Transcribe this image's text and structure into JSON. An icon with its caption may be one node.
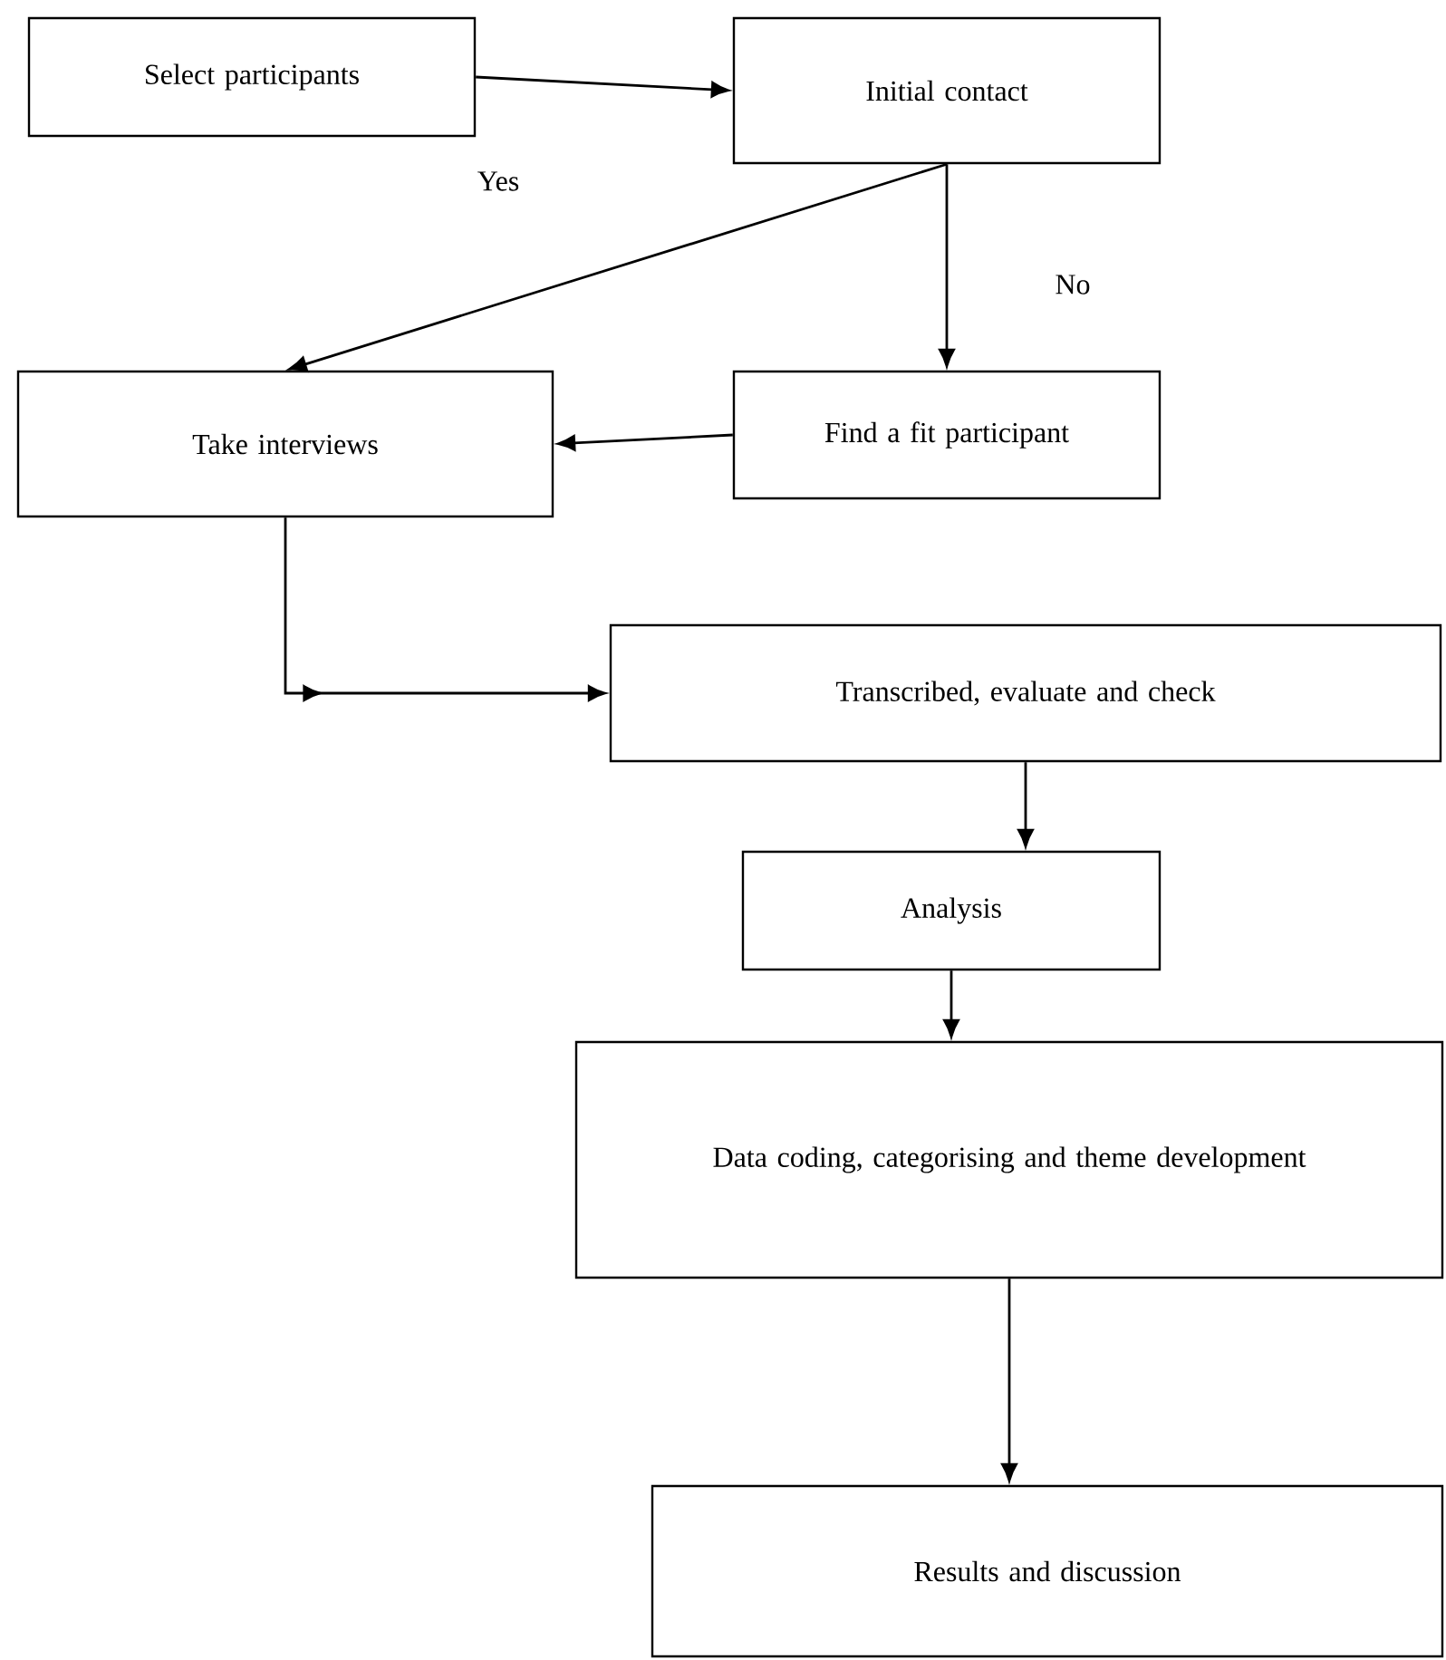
{
  "diagram": {
    "nodes": [
      {
        "text": [
          "Select participants"
        ]
      },
      {
        "text": [
          "Initial contact"
        ]
      },
      {
        "text": [
          "Take interviews"
        ]
      },
      {
        "text": [
          "Find a fit participant"
        ]
      },
      {
        "text": [
          "Transcribed, evaluate and check"
        ]
      },
      {
        "text": [
          "Analysis"
        ]
      },
      {
        "text": [
          "Data coding, categorising and theme development"
        ]
      },
      {
        "text": [
          "Results and discussion"
        ]
      }
    ],
    "edges": [
      {
        "from": 0,
        "to": 1,
        "arrow": "to"
      },
      {
        "from": 1,
        "to": 2,
        "arrow": "to",
        "label": "Yes"
      },
      {
        "from": 1,
        "to": 3,
        "arrow": "to",
        "label": "No"
      },
      {
        "from": 3,
        "to": 2,
        "arrow": "to"
      },
      {
        "from": 2,
        "to": 4,
        "arrow": "to"
      },
      {
        "from": 4,
        "to": 5,
        "arrow": "to"
      },
      {
        "from": 5,
        "to": 6,
        "arrow": "to"
      },
      {
        "from": 6,
        "to": 7,
        "arrow": "to"
      }
    ]
  }
}
